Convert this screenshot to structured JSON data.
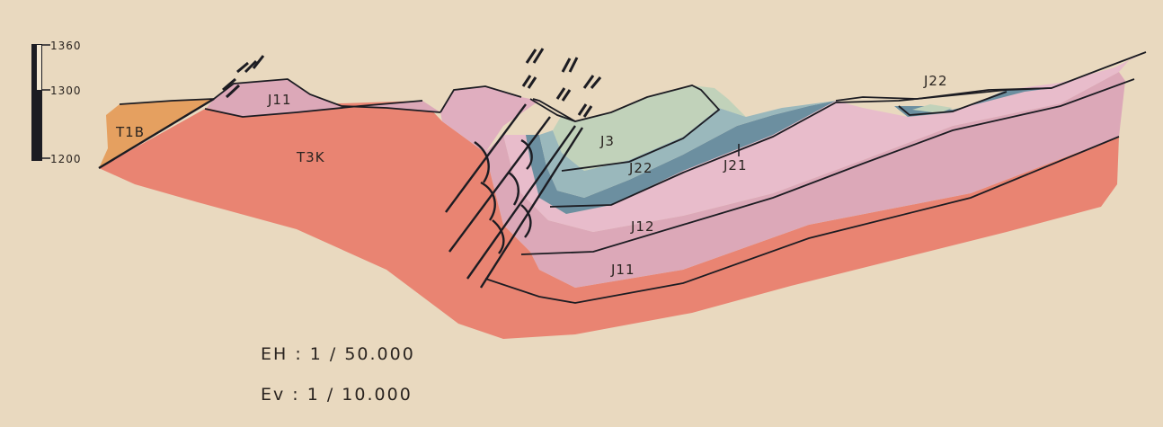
{
  "elevation_scale": {
    "ticks": [
      "1360",
      "1300",
      "1200"
    ]
  },
  "units": {
    "t1b": "T1B",
    "t3k": "T3K",
    "j11_top": "J11",
    "j3": "J3",
    "j22_left": "J22",
    "j21": "J21",
    "j12": "J12",
    "j11_bottom": "J11",
    "j22_right": "J22"
  },
  "scales": {
    "horizontal": "EH : 1 / 50.000",
    "vertical": "Ev : 1 / 10.000"
  },
  "colors": {
    "paper": "#e9d9bf",
    "t1b": "#e5a060",
    "t3k": "#e98472",
    "j11": "#dca8b8",
    "j12": "#e8bccb",
    "j21": "#6c8fa0",
    "j22": "#9ab8bc",
    "j3": "#c1d2ba",
    "lines": "#1c1c22"
  }
}
